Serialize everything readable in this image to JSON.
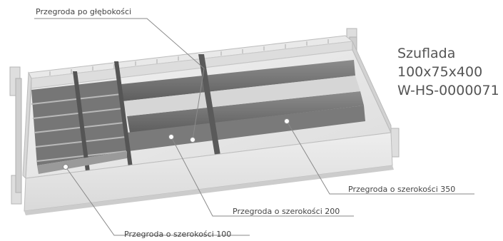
{
  "product": {
    "name": "Szuflada",
    "dimensions": "100x75x400",
    "code": "W-HS-0000071"
  },
  "callouts": {
    "depth_divider": "Przegroda po głębokości",
    "width_350": "Przegroda o szerokości 350",
    "width_200": "Przegroda o szerokości 200",
    "width_100": "Przegroda o szerokości 100"
  },
  "colors": {
    "drawer_wall": "#e6e6e6",
    "drawer_edge": "#bdbdbd",
    "divider_dark": "#6f6f6f",
    "leader_line": "#8a8a8a",
    "text": "#555555"
  }
}
